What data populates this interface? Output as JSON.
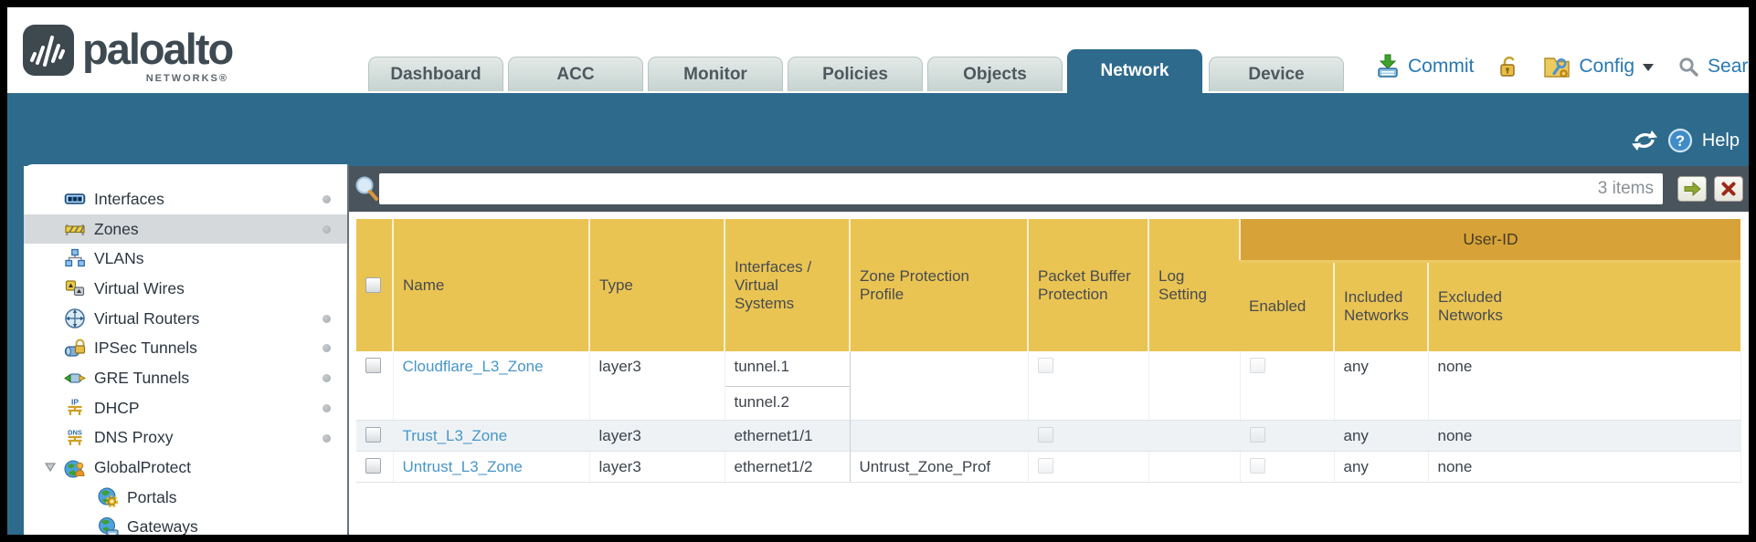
{
  "brand": {
    "name": "paloalto",
    "sub": "NETWORKS®"
  },
  "nav": {
    "tabs": [
      {
        "label": "Dashboard",
        "active": false
      },
      {
        "label": "ACC",
        "active": false
      },
      {
        "label": "Monitor",
        "active": false
      },
      {
        "label": "Policies",
        "active": false
      },
      {
        "label": "Objects",
        "active": false
      },
      {
        "label": "Network",
        "active": true
      },
      {
        "label": "Device",
        "active": false
      }
    ]
  },
  "utilities": {
    "commit": "Commit",
    "config": "Config",
    "search": "Search",
    "icons": [
      "commit-icon",
      "lock-icon",
      "config-icon",
      "caret-down-icon",
      "search-icon"
    ]
  },
  "band": {
    "help": "Help",
    "help_glyph": "?",
    "icons": [
      "refresh-icon",
      "help-icon"
    ]
  },
  "toolbar": {
    "filter_value": "",
    "items_count": "3 items",
    "icons": [
      "filter-search-icon",
      "apply-filter-icon",
      "clear-filter-icon"
    ]
  },
  "sidebar": {
    "items": [
      {
        "label": "Interfaces",
        "icon": "interfaces-icon",
        "dot": true,
        "selected": false
      },
      {
        "label": "Zones",
        "icon": "zones-icon",
        "dot": true,
        "selected": true
      },
      {
        "label": "VLANs",
        "icon": "vlans-icon",
        "dot": false,
        "selected": false
      },
      {
        "label": "Virtual Wires",
        "icon": "virtual-wires-icon",
        "dot": false,
        "selected": false
      },
      {
        "label": "Virtual Routers",
        "icon": "virtual-routers-icon",
        "dot": true,
        "selected": false
      },
      {
        "label": "IPSec Tunnels",
        "icon": "ipsec-tunnels-icon",
        "dot": true,
        "selected": false
      },
      {
        "label": "GRE Tunnels",
        "icon": "gre-tunnels-icon",
        "dot": false,
        "selected": false
      },
      {
        "label": "DHCP",
        "icon": "dhcp-icon",
        "icon_text": "IP",
        "dot": true,
        "selected": false
      },
      {
        "label": "DNS Proxy",
        "icon": "dns-proxy-icon",
        "icon_text": "DNS",
        "dot": true,
        "selected": false
      },
      {
        "label": "GlobalProtect",
        "icon": "globalprotect-icon",
        "dot": false,
        "selected": false,
        "expanded": true
      },
      {
        "label": "Portals",
        "icon": "portals-icon",
        "dot": false,
        "selected": false,
        "child": true
      },
      {
        "label": "Gateways",
        "icon": "gateways-icon",
        "dot": false,
        "selected": false,
        "child": true
      }
    ]
  },
  "table": {
    "headers": {
      "name": "Name",
      "type": "Type",
      "interfaces": "Interfaces / Virtual Systems",
      "zone_protection_profile": "Zone Protection Profile",
      "packet_buffer_protection": "Packet Buffer Protection",
      "log_setting": "Log Setting",
      "user_id": "User-ID",
      "enabled": "Enabled",
      "included_networks": "Included Networks",
      "excluded_networks": "Excluded Networks"
    },
    "rows": [
      {
        "name": "Cloudflare_L3_Zone",
        "type": "layer3",
        "interfaces": [
          "tunnel.1",
          "tunnel.2"
        ],
        "zone_protection_profile": "",
        "packet_buffer_protection_checked": false,
        "log_setting": "",
        "user_id_enabled_checked": false,
        "included_networks": "any",
        "excluded_networks": "none"
      },
      {
        "name": "Trust_L3_Zone",
        "type": "layer3",
        "interfaces": [
          "ethernet1/1"
        ],
        "zone_protection_profile": "",
        "packet_buffer_protection_checked": false,
        "log_setting": "",
        "user_id_enabled_checked": false,
        "included_networks": "any",
        "excluded_networks": "none"
      },
      {
        "name": "Untrust_L3_Zone",
        "type": "layer3",
        "interfaces": [
          "ethernet1/2"
        ],
        "zone_protection_profile": "Untrust_Zone_Prof",
        "packet_buffer_protection_checked": false,
        "log_setting": "",
        "user_id_enabled_checked": false,
        "included_networks": "any",
        "excluded_networks": "none"
      }
    ]
  },
  "colors": {
    "header_teal": "#2e6a8c",
    "table_header_orange": "#eac452",
    "user_id_band_orange": "#d7a238",
    "link_blue": "#4796c8",
    "utility_blue": "#2878b4",
    "toolbar_slate": "#49545c"
  }
}
